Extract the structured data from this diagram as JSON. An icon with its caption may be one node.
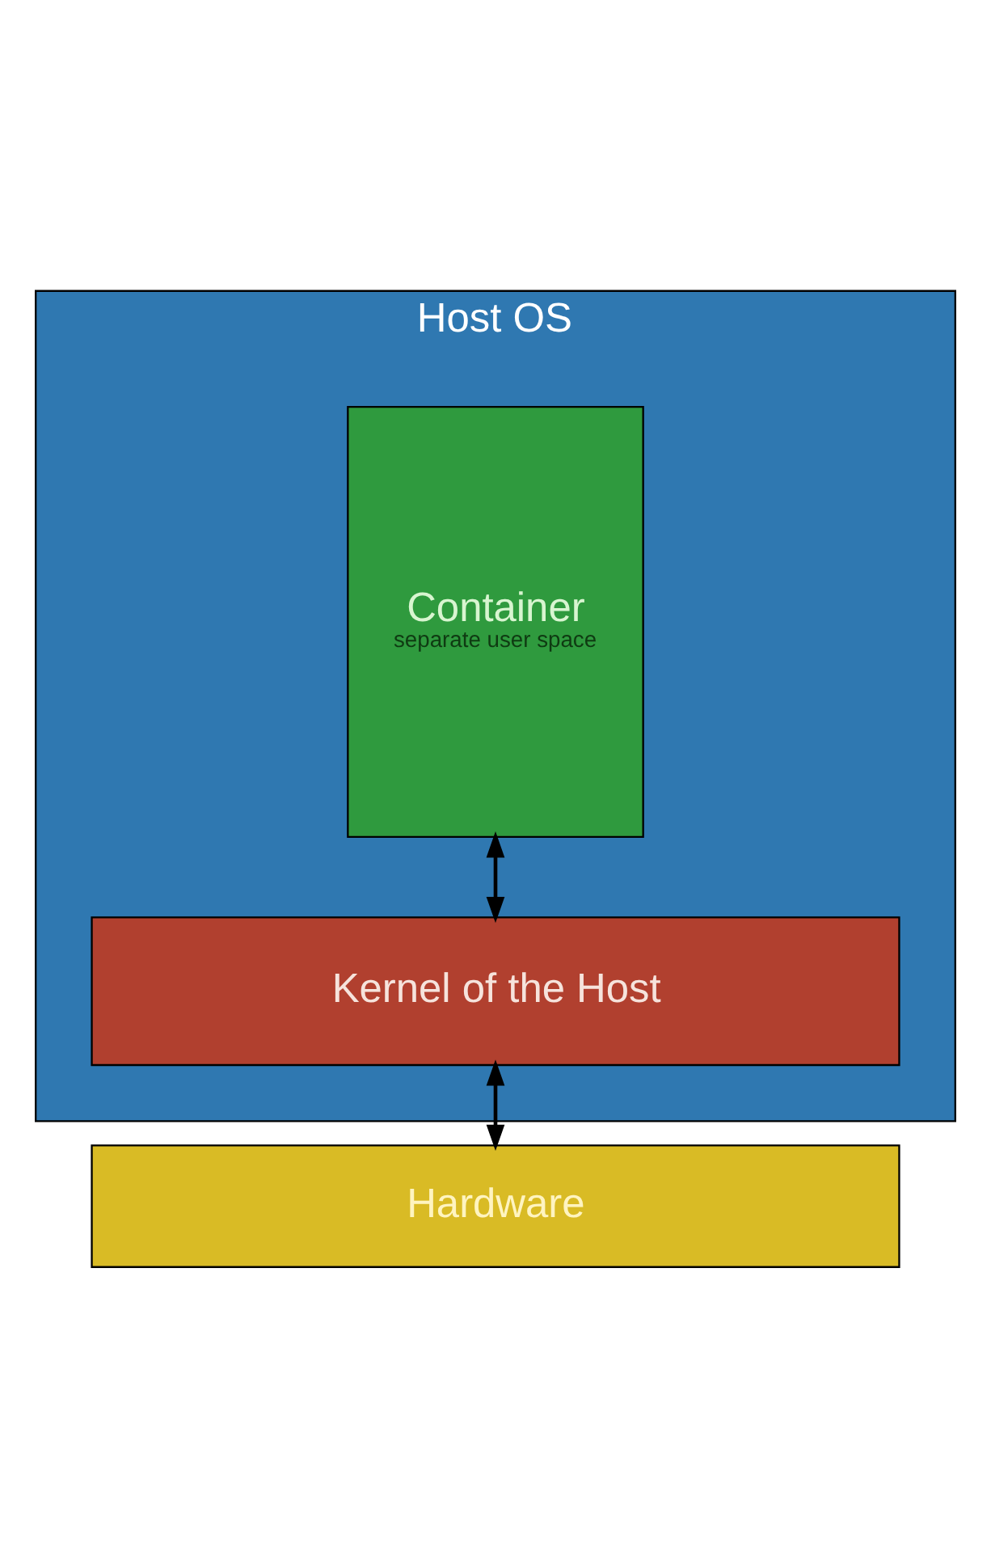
{
  "diagram": {
    "nodes": [
      {
        "text": [
          "Host OS"
        ]
      },
      {
        "text": [
          "Container",
          "separate user space"
        ],
        "in": 0
      },
      {
        "text": [
          "Kernel of the Host"
        ],
        "in": 0
      },
      {
        "text": [
          "Hardware"
        ]
      }
    ],
    "edges": [
      {
        "from": 1,
        "to": 2,
        "arrow": "both"
      },
      {
        "from": 2,
        "to": 3,
        "arrow": "both"
      }
    ]
  }
}
